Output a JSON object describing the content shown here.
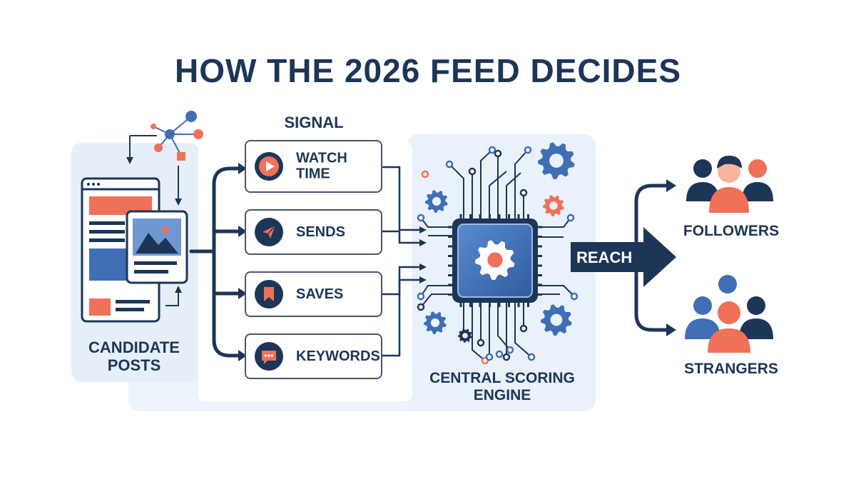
{
  "title": "HOW THE 2026 FEED DECIDES",
  "signal_header": "SIGNAL",
  "signals": [
    {
      "label": "WATCH TIME",
      "icon": "play-icon"
    },
    {
      "label": "SENDS",
      "icon": "send-icon"
    },
    {
      "label": "SAVES",
      "icon": "bookmark-icon"
    },
    {
      "label": "KEYWORDS",
      "icon": "chat-bubble-icon"
    }
  ],
  "candidate_label": "CANDIDATE POSTS",
  "engine_label": "CENTRAL SCORING ENGINE",
  "reach_label": "REACH",
  "outputs": [
    {
      "label": "FOLLOWERS",
      "icon": "followers-group-icon"
    },
    {
      "label": "STRANGERS",
      "icon": "strangers-group-icon"
    }
  ],
  "colors": {
    "navy": "#1d3557",
    "blue": "#3f6eb5",
    "coral": "#f07058",
    "panel": "#e9f1fa"
  }
}
